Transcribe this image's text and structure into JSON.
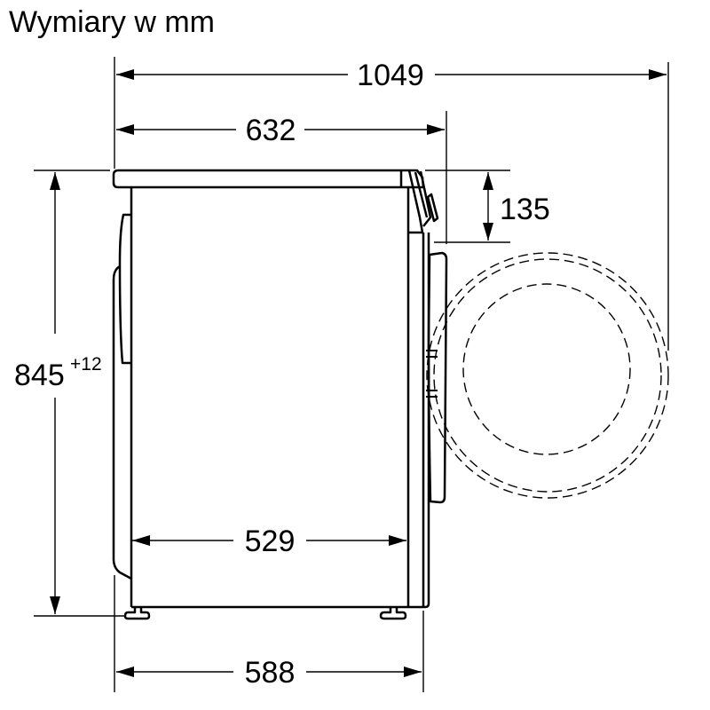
{
  "title": "Wymiary w mm",
  "dimensions": {
    "total_depth_door_open": "1049",
    "depth_with_door": "632",
    "door_thickness": "135",
    "height": "845",
    "height_tolerance": "+12",
    "body_depth": "529",
    "depth": "588"
  },
  "colors": {
    "line": "#000000",
    "background": "#ffffff"
  }
}
